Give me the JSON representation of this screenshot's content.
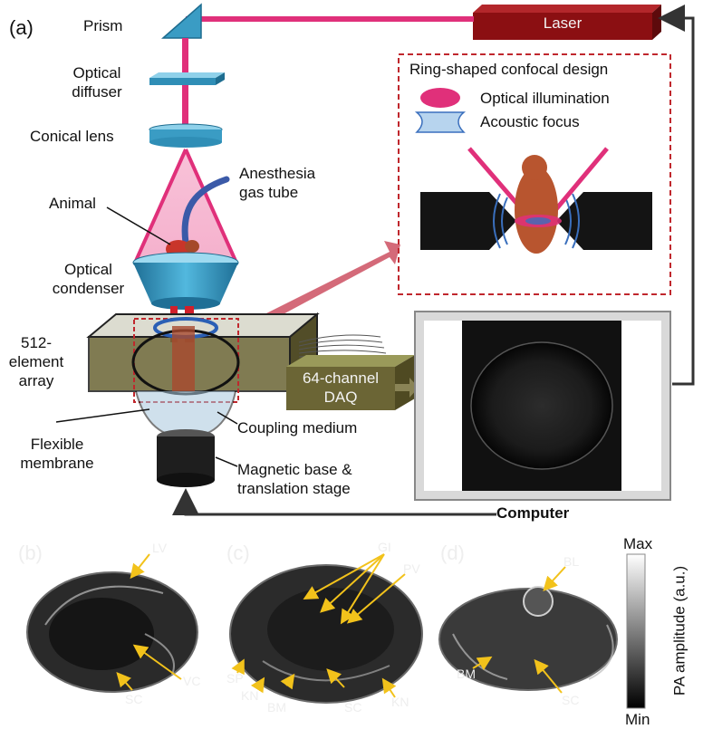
{
  "panel_a": {
    "letter": "(a)",
    "labels": {
      "prism": "Prism",
      "optical_diffuser": "Optical\ndiffuser",
      "conical_lens": "Conical lens",
      "anesthesia": "Anesthesia\ngas tube",
      "animal": "Animal",
      "optical_condenser": "Optical\ncondenser",
      "array": "512-\nelement\narray",
      "flexible_membrane": "Flexible\nmembrane",
      "coupling_medium": "Coupling medium",
      "magnetic_base": "Magnetic base &\ntranslation stage",
      "laser": "Laser",
      "daq": "64-channel\nDAQ",
      "computer": "Computer"
    },
    "inset": {
      "title": "Ring-shaped confocal design",
      "legend_illumination": "Optical illumination",
      "legend_acoustic": "Acoustic focus"
    }
  },
  "panel_b": {
    "letter": "(b)",
    "annotations": [
      "LV",
      "VC",
      "SC"
    ]
  },
  "panel_c": {
    "letter": "(c)",
    "annotations": [
      "GI",
      "PV",
      "SP",
      "KN",
      "BM",
      "SC",
      "KN"
    ]
  },
  "panel_d": {
    "letter": "(d)",
    "annotations": [
      "BL",
      "BM",
      "SC"
    ]
  },
  "colorbar": {
    "max_label": "Max",
    "min_label": "Min",
    "axis_label": "PA amplitude (a.u.)"
  },
  "colors": {
    "laser_red": "#8b0f12",
    "beam_pink": "#e0307a",
    "teal": "#3a9cc4",
    "daq_olive": "#6b6535",
    "arrow_yellow": "#f2c21b",
    "inset_border": "#c0272d"
  }
}
